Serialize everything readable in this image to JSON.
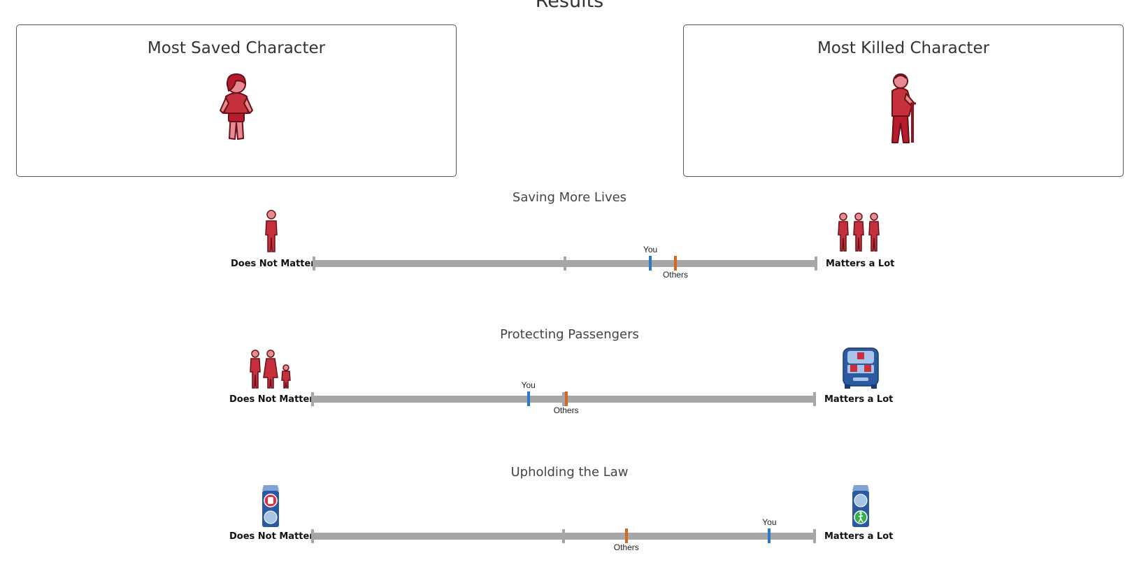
{
  "page": {
    "title": "Results"
  },
  "cards": {
    "saved": {
      "title": "Most Saved Character",
      "icon": "child-icon"
    },
    "killed": {
      "title": "Most Killed Character",
      "icon": "elderly-man-with-cane-icon"
    }
  },
  "colors": {
    "accent": "#b71c2c",
    "you": "#2b78c4",
    "others": "#d2691e",
    "track": "#a6a6a6",
    "device_blue": "#2c5aa0"
  },
  "scales": [
    {
      "title": "Saving More Lives",
      "left_label": "Does Not Matter",
      "right_label": "Matters a Lot",
      "left_icon": "single-person-icon",
      "right_icon": "group-of-people-icon",
      "you_label": "You",
      "others_label": "Others",
      "you_value": 0.67,
      "others_value": 0.72
    },
    {
      "title": "Protecting Passengers",
      "left_label": "Does Not Matter",
      "right_label": "Matters a Lot",
      "left_icon": "pedestrians-icon",
      "right_icon": "car-with-passengers-icon",
      "you_label": "You",
      "others_label": "Others",
      "you_value": 0.43,
      "others_value": 0.505
    },
    {
      "title": "Upholding the Law",
      "left_label": "Does Not Matter",
      "right_label": "Matters a Lot",
      "left_icon": "red-stop-signal-icon",
      "right_icon": "green-walk-signal-icon",
      "you_label": "You",
      "others_label": "Others",
      "you_value": 0.91,
      "others_value": 0.625
    }
  ]
}
